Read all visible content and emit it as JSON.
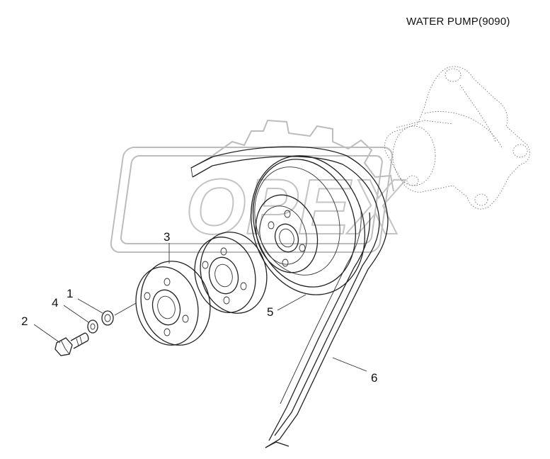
{
  "header": {
    "title": "WATER PUMP(9090)"
  },
  "callouts": [
    {
      "id": "1",
      "label": "1"
    },
    {
      "id": "2",
      "label": "2"
    },
    {
      "id": "3",
      "label": "3"
    },
    {
      "id": "4",
      "label": "4"
    },
    {
      "id": "5",
      "label": "5"
    },
    {
      "id": "6",
      "label": "6"
    }
  ],
  "watermark": {
    "text": "OPEX"
  }
}
